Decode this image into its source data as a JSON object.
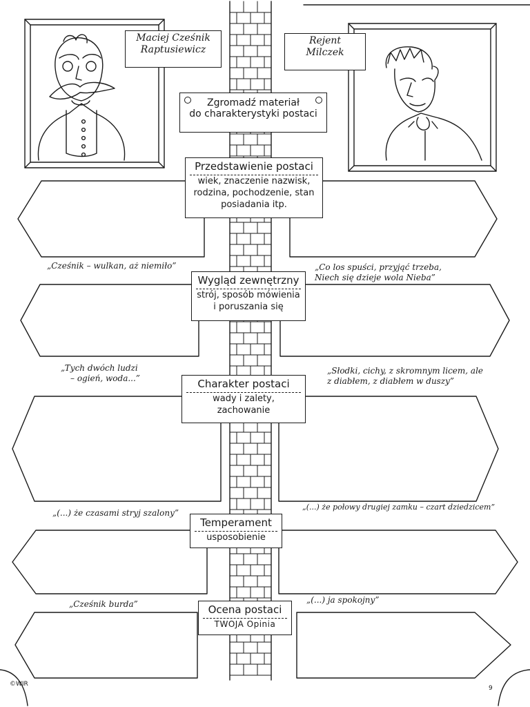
{
  "characters": {
    "left": {
      "name_line1": "Maciej Cześnik",
      "name_line2": "Raptusiewicz"
    },
    "right": {
      "name_line1": "Rejent",
      "name_line2": "Milczek"
    }
  },
  "title_box": {
    "line1": "Zgromadź materiał",
    "line2": "do charakterystyki postaci"
  },
  "sections": [
    {
      "heading": "Przedstawienie postaci",
      "details_line1": "wiek, znaczenie nazwisk,",
      "details_line2": "rodzina, pochodzenie, stan",
      "details_line3": "posiadania itp."
    },
    {
      "heading": "Wygląd zewnętrzny",
      "details_line1": "strój, sposób mówienia",
      "details_line2": "i poruszania się"
    },
    {
      "heading": "Charakter postaci",
      "details_line1": "wady i zalety,",
      "details_line2": "zachowanie"
    },
    {
      "heading": "Temperament",
      "details_line1": "usposobienie"
    },
    {
      "heading": "Ocena postaci",
      "details_line1": "TWOJA Opinia"
    }
  ],
  "quotes": {
    "q1_left": "„Cześnik – wulkan, aż niemiło”",
    "q1_right_line1": "„Co los spuści, przyjąć trzeba,",
    "q1_right_line2": "Niech się dzieje wola Nieba”",
    "q2_left_line1": "„Tych dwóch ludzi",
    "q2_left_line2": "– ogień, woda...”",
    "q2_right": "„Słodki, cichy, z skromnym licem, ale z diabłem, z diabłem w duszy”",
    "q3_left": "„(...) że czasami stryj szalony”",
    "q3_right": "„(...) że połowy drugiej zamku – czart dziedzicem”",
    "q4_left": "„Cześnik burda”",
    "q4_right": "„(...) ja spokojny”"
  },
  "footer": {
    "copyright": "©WIR",
    "page_number": "9"
  },
  "colors": {
    "ink": "#1a1a1a",
    "paper": "#ffffff"
  }
}
